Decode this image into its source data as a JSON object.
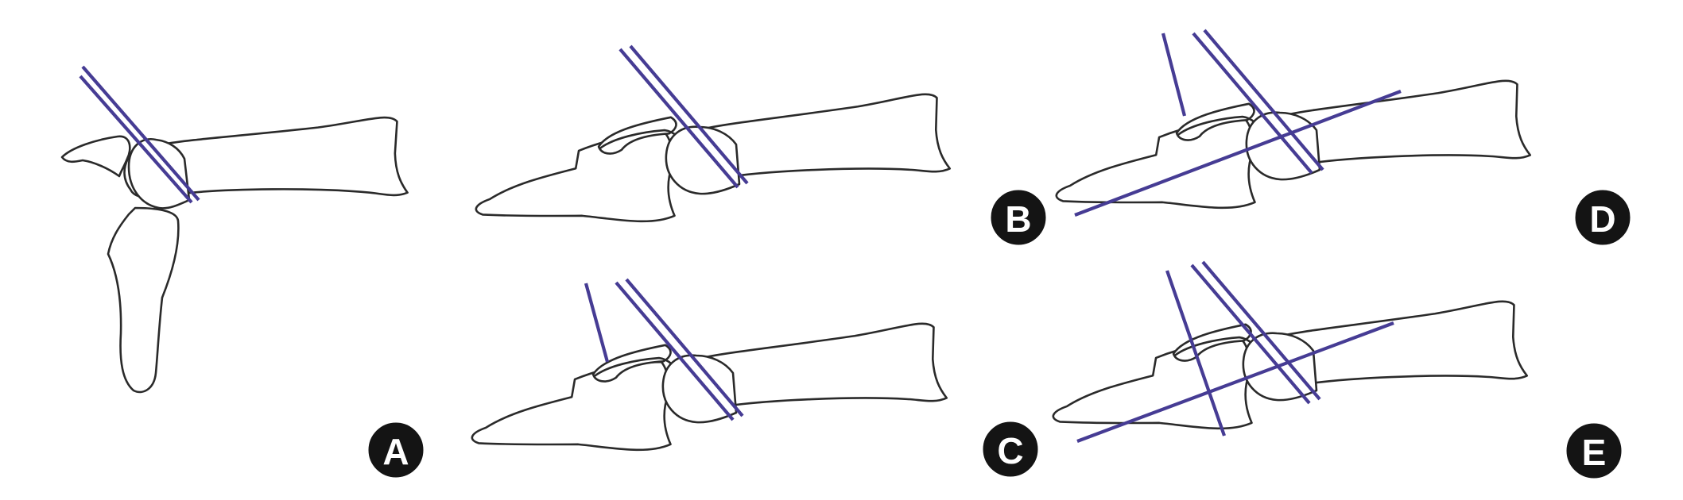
{
  "panels": [
    {
      "id": "A",
      "label": "A"
    },
    {
      "id": "B",
      "label": "B"
    },
    {
      "id": "C",
      "label": "C"
    },
    {
      "id": "D",
      "label": "D"
    },
    {
      "id": "E",
      "label": "E"
    }
  ],
  "colors": {
    "wire": "#463c94",
    "bone_outline": "#2a2a2a",
    "badge_fill": "#141414",
    "badge_text": "#ffffff",
    "background": "#ffffff"
  }
}
